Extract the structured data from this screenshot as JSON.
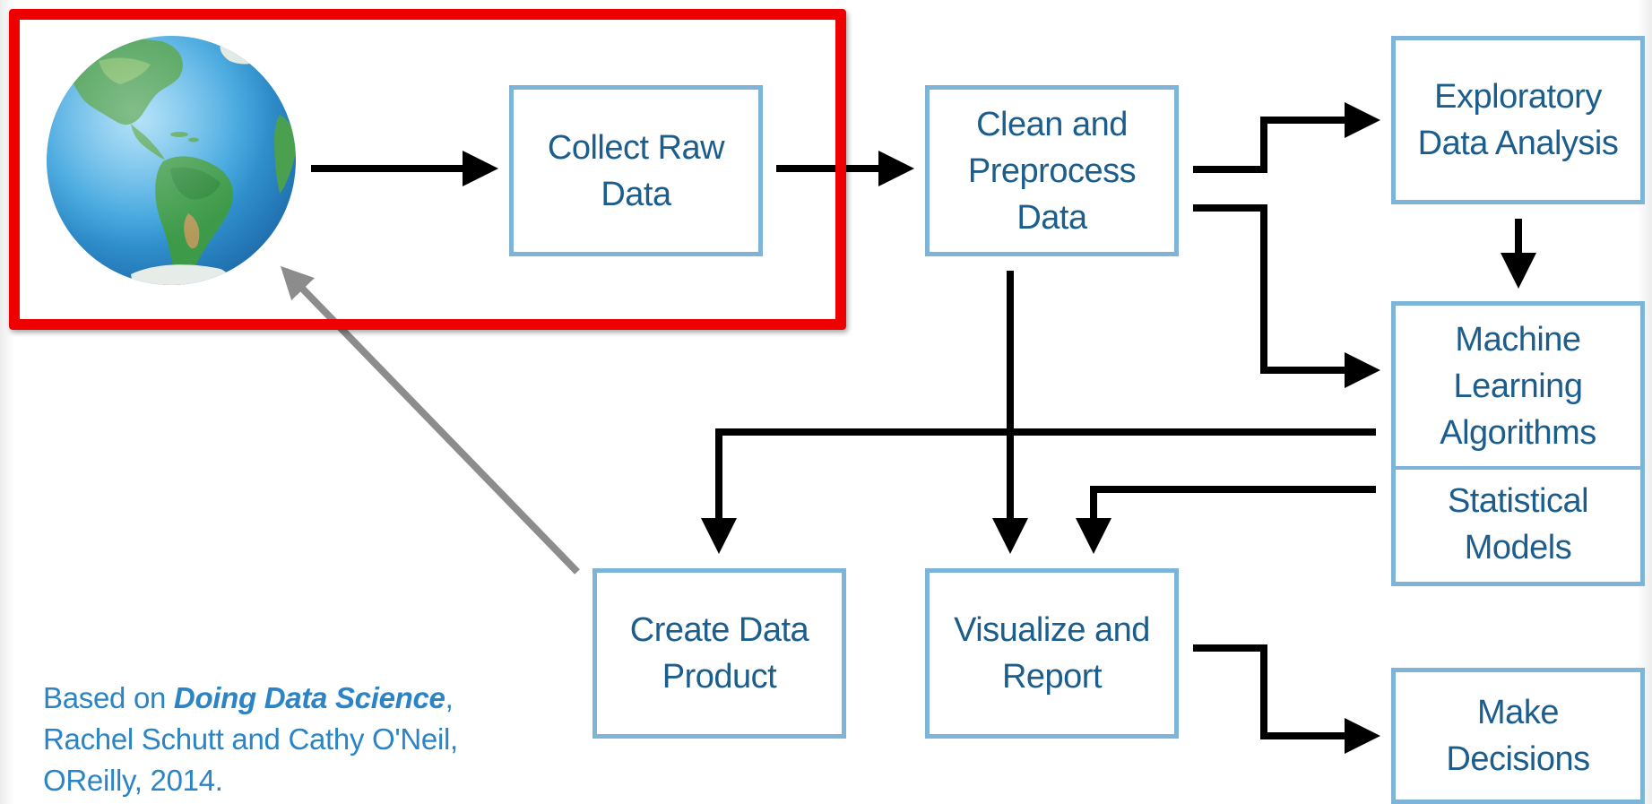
{
  "diagram": {
    "nodes": {
      "collect": {
        "lines": [
          "Collect Raw",
          "Data"
        ]
      },
      "clean": {
        "lines": [
          "Clean and",
          "Preprocess",
          "Data"
        ]
      },
      "eda": {
        "lines": [
          "Exploratory",
          "Data Analysis"
        ]
      },
      "ml": {
        "lines": [
          "Machine",
          "Learning",
          "Algorithms"
        ]
      },
      "stats": {
        "lines": [
          "Statistical",
          "Models"
        ]
      },
      "product": {
        "lines": [
          "Create Data",
          "Product"
        ]
      },
      "visualize": {
        "lines": [
          "Visualize and",
          "Report"
        ]
      },
      "decisions": {
        "lines": [
          "Make",
          "Decisions"
        ]
      }
    },
    "globe_icon": "earth-globe-americas"
  },
  "citation": {
    "prefix": "Based on ",
    "book": "Doing Data Science",
    "suffix": ",",
    "authors": "Rachel Schutt and Cathy O'Neil,",
    "publisher": "OReilly, 2014."
  },
  "colors": {
    "box_border": "#7db4d8",
    "box_text": "#1b5d8c",
    "arrow": "#000000",
    "return_arrow": "#8c8c8c",
    "highlight": "#ee0000",
    "citation_text": "#2b84c6"
  }
}
